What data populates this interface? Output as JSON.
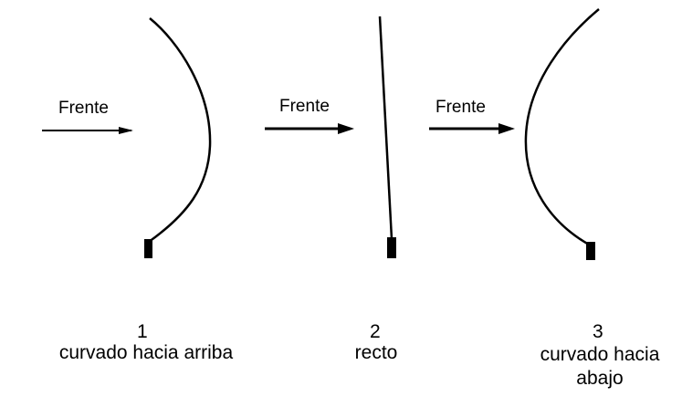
{
  "colors": {
    "ink": "#000000",
    "background": "#ffffff"
  },
  "panels": [
    {
      "front_label": "Frente",
      "number": "1",
      "caption": "curvado hacia arriba"
    },
    {
      "front_label": "Frente",
      "number": "2",
      "caption": "recto"
    },
    {
      "front_label": "Frente",
      "number": "3",
      "caption_line1": "curvado hacia",
      "caption_line2": "abajo"
    }
  ]
}
